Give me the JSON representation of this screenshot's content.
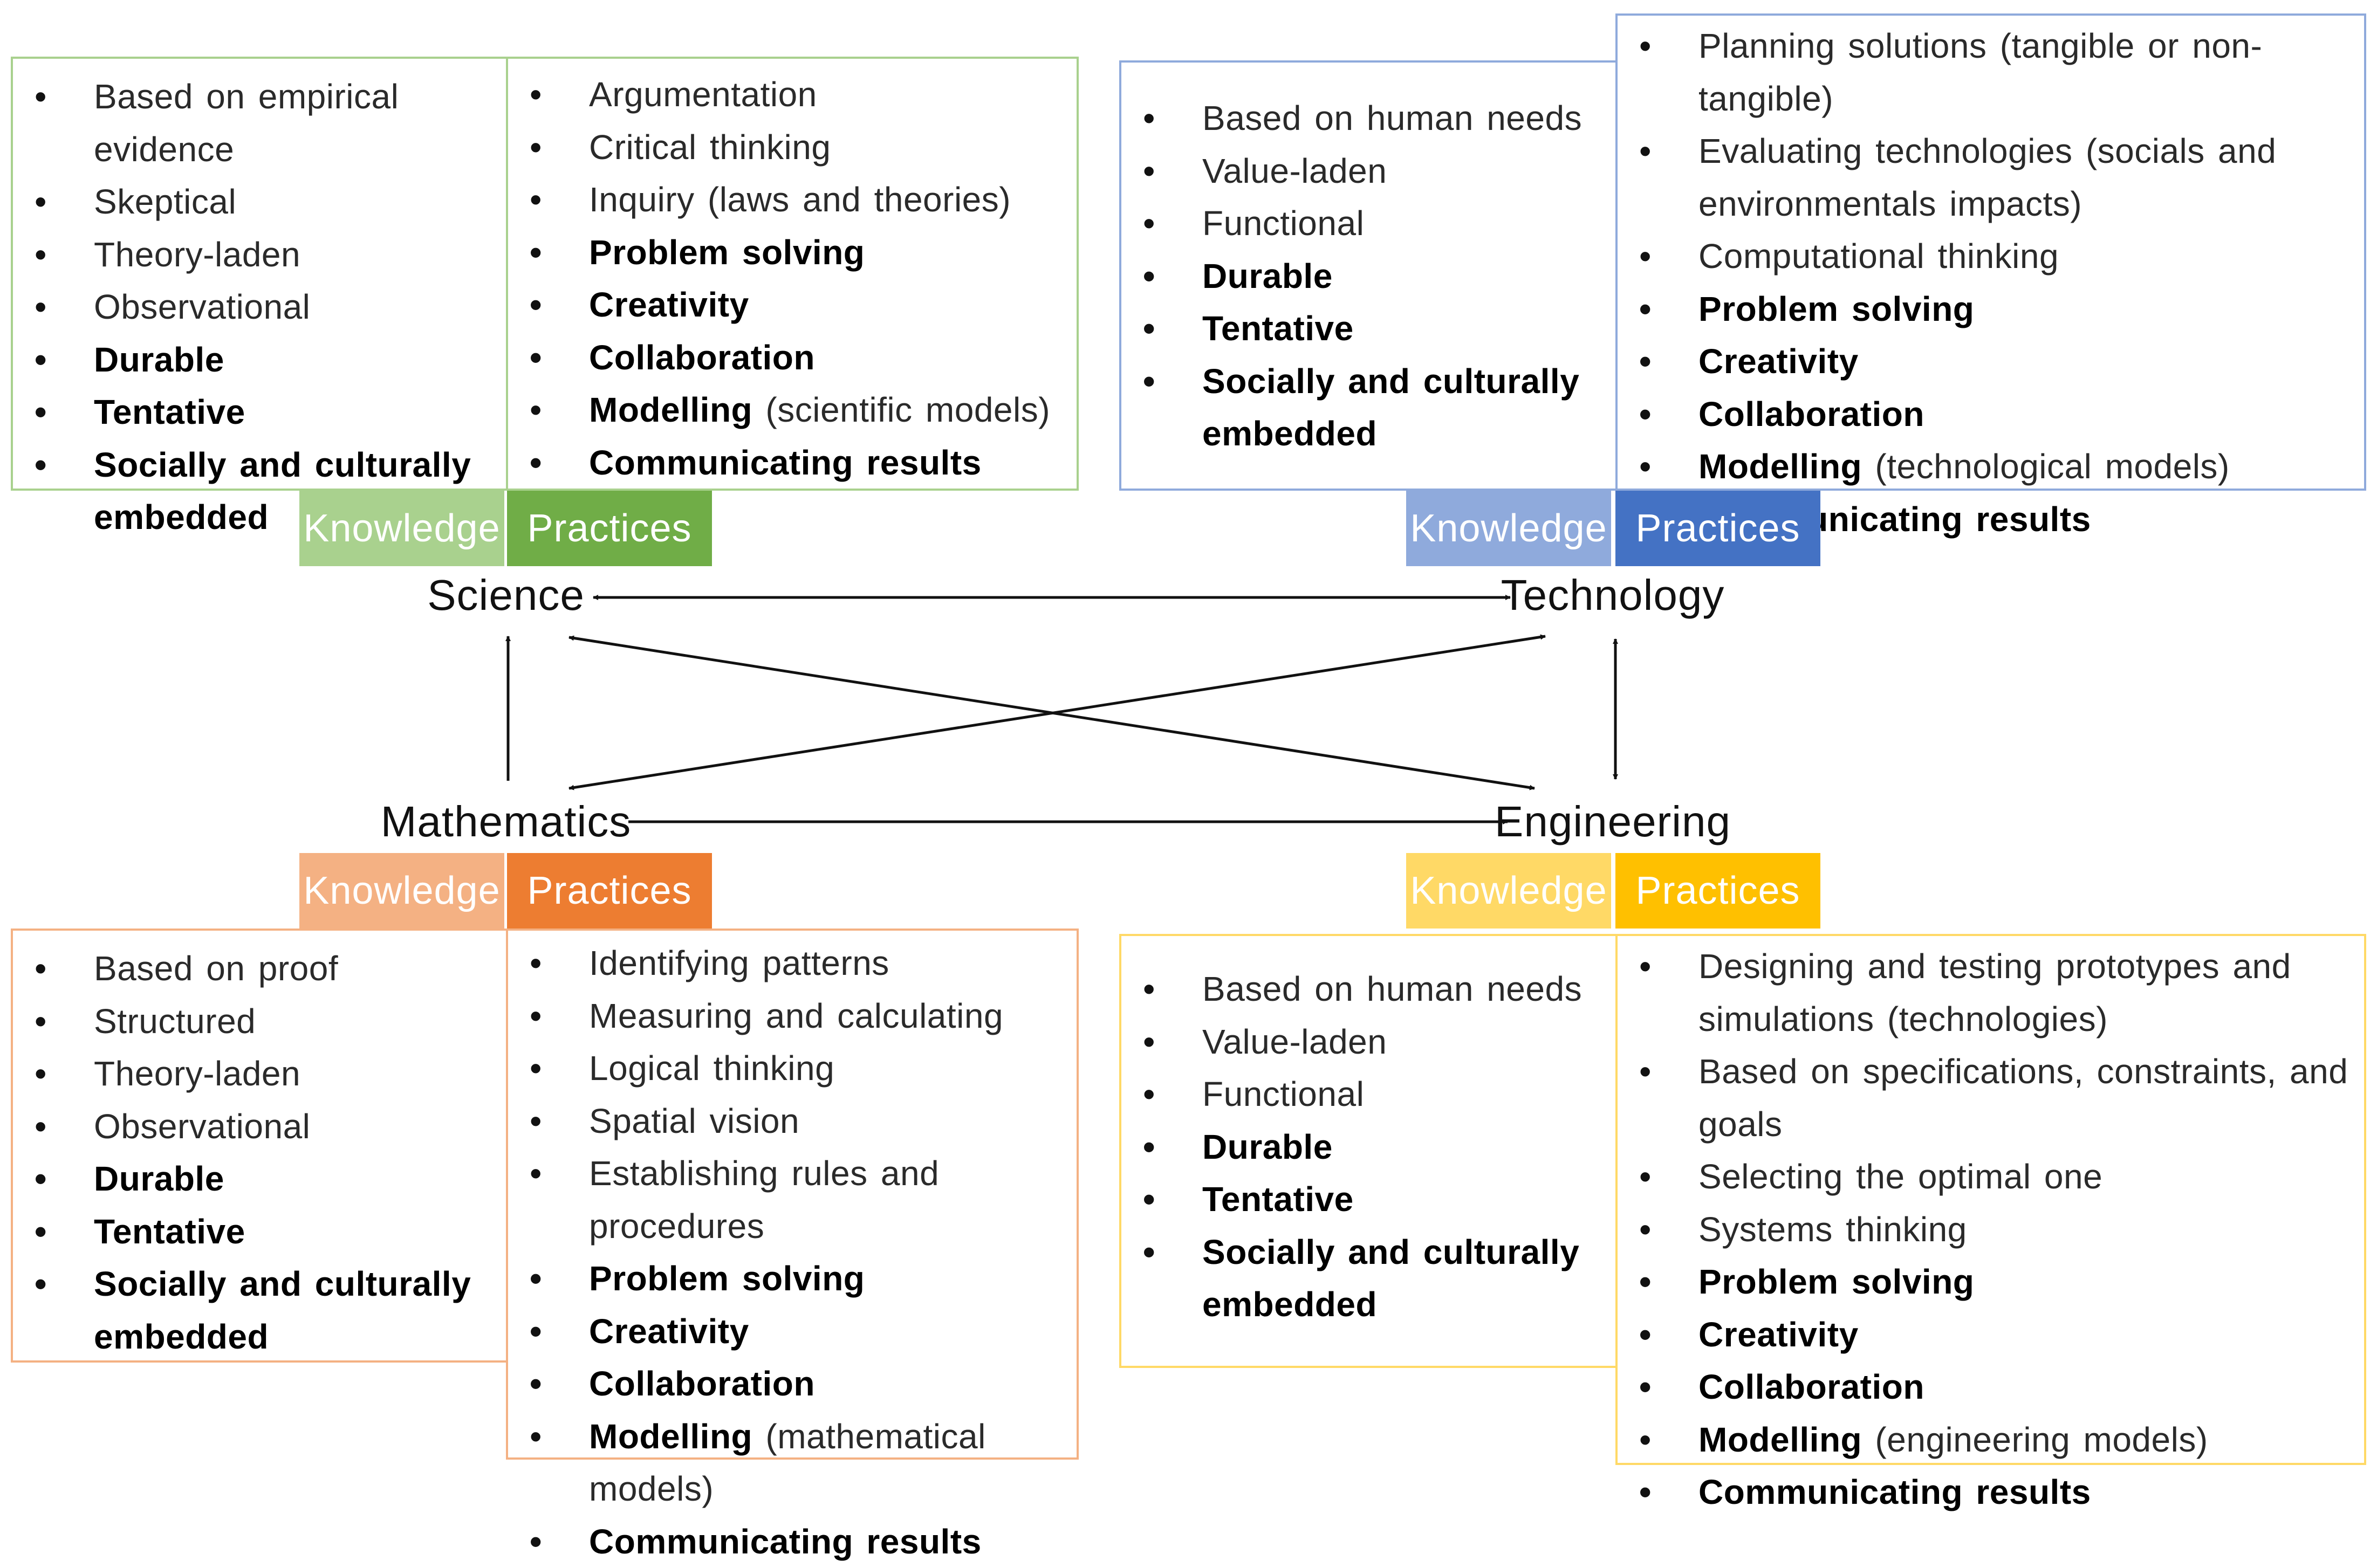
{
  "colors": {
    "science_knowledge": "#a9d18e",
    "science_practices": "#70ad47",
    "technology_knowledge": "#8faadc",
    "technology_practices": "#4472c4",
    "mathematics_knowledge": "#f4b183",
    "mathematics_practices": "#ed7d31",
    "engineering_knowledge": "#ffd966",
    "engineering_practices": "#ffc000"
  },
  "labels": {
    "knowledge": "Knowledge",
    "practices": "Practices"
  },
  "nodes": {
    "science": "Science",
    "technology": "Technology",
    "mathematics": "Mathematics",
    "engineering": "Engineering"
  },
  "science": {
    "knowledge": [
      "Based on empirical evidence",
      "Skeptical",
      "Theory-laden",
      "Observational",
      "Durable",
      "Tentative",
      "Socially and culturally embedded"
    ],
    "practices": [
      "Argumentation",
      "Critical thinking",
      "Inquiry (laws and theories)",
      "Problem solving",
      "Creativity",
      "Collaboration",
      {
        "bold": "Modelling",
        "rest": " (scientific models)"
      },
      "Communicating results"
    ]
  },
  "technology": {
    "knowledge": [
      "Based on human needs",
      "Value-laden",
      "Functional",
      "Durable",
      "Tentative",
      "Socially and culturally embedded"
    ],
    "practices": [
      "Planning solutions (tangible or non-tangible)",
      "Evaluating technologies (socials and environmentals impacts)",
      "Computational thinking",
      "Problem solving",
      "Creativity",
      "Collaboration",
      {
        "bold": "Modelling",
        "rest": " (technological models)"
      },
      "Communicating results"
    ]
  },
  "mathematics": {
    "knowledge": [
      "Based on proof",
      "Structured",
      "Theory-laden",
      "Observational",
      "Durable",
      "Tentative",
      "Socially and culturally embedded"
    ],
    "practices": [
      "Identifying patterns",
      "Measuring and calculating",
      "Logical thinking",
      "Spatial vision",
      "Establishing rules and procedures",
      "Problem solving",
      "Creativity",
      "Collaboration",
      {
        "bold": "Modelling",
        "rest": " (mathematical models)"
      },
      "Communicating results"
    ]
  },
  "engineering": {
    "knowledge": [
      "Based on human needs",
      "Value-laden",
      "Functional",
      "Durable",
      "Tentative",
      "Socially and culturally embedded"
    ],
    "practices": [
      "Designing and testing prototypes and simulations (technologies)",
      "Based on specifications, constraints, and goals",
      "Selecting the optimal one",
      "Systems thinking",
      "Problem solving",
      "Creativity",
      "Collaboration",
      {
        "bold": "Modelling",
        "rest": " (engineering models)"
      },
      "Communicating results"
    ]
  }
}
